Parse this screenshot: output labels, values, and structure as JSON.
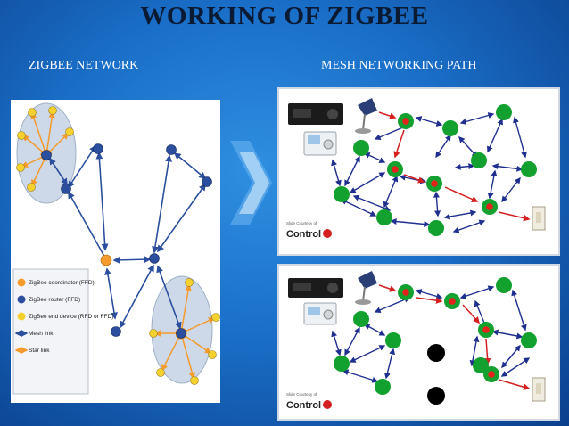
{
  "slide": {
    "title": "WORKING OF ZIGBEE",
    "left_heading": "ZIGBEE NETWORK",
    "right_heading": "MESH  NETWORKING PATH"
  },
  "legend": {
    "items": [
      {
        "label": "ZigBee coordinator (FFD)",
        "color": "#f59a2c"
      },
      {
        "label": "ZigBee router (FFD)",
        "color": "#2b4f9e"
      },
      {
        "label": "ZigBee end device (RFD or FFD)",
        "color": "#f5d130"
      },
      {
        "label": "Mesh link",
        "color": "#2b4f9e"
      },
      {
        "label": "Star link",
        "color": "#f59a2c"
      }
    ]
  },
  "credit": {
    "top_small": "Slide Courtesy of",
    "top_brand": "Control",
    "bottom_small": "Slide Courtesy of",
    "bottom_brand": "Control"
  },
  "colors": {
    "node_green": "#12a12e",
    "node_red_core": "#e3231b",
    "node_black": "#000000",
    "arrow_blue": "#1f2f8f",
    "arrow_red": "#d42020"
  }
}
